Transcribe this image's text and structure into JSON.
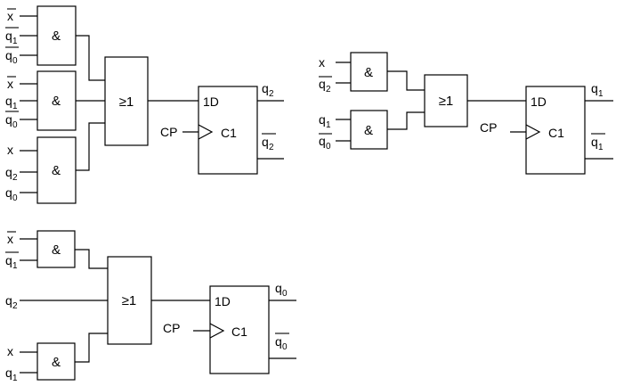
{
  "gates": {
    "and": "&",
    "or": "≥1",
    "ff_d": "1D",
    "ff_clk": "C1"
  },
  "signals": {
    "x": "x",
    "q": "q",
    "i0": "0",
    "i1": "1",
    "i2": "2",
    "cp": "CP"
  }
}
